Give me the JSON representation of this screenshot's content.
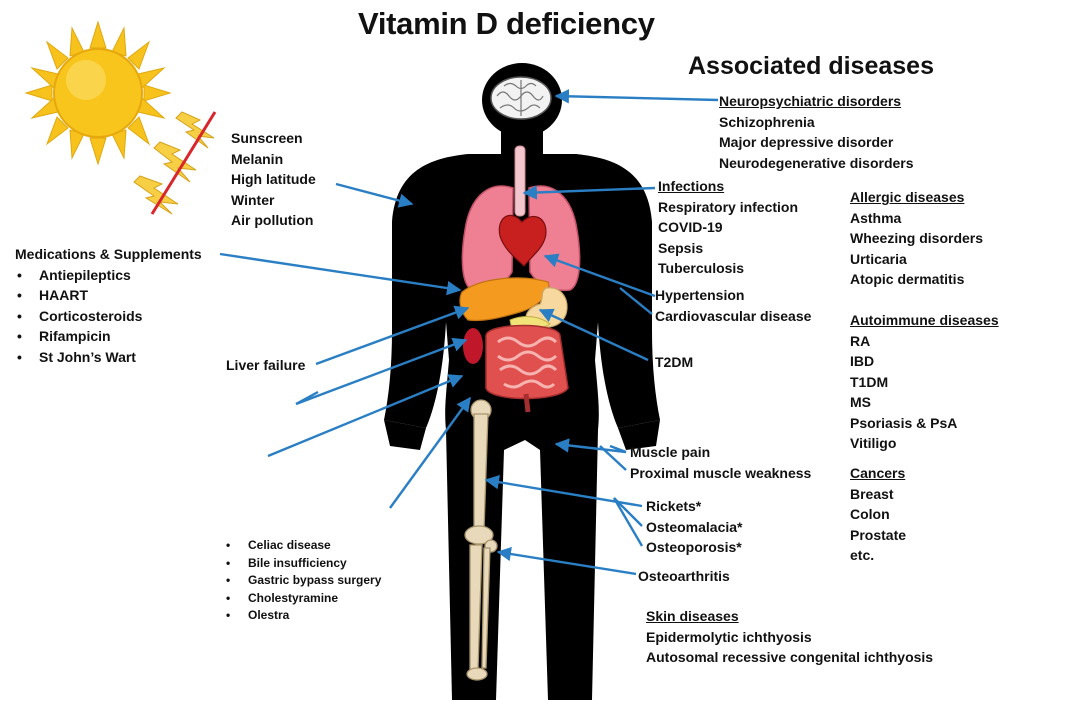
{
  "title": "Vitamin D deficiency",
  "subtitle": "Associated diseases",
  "colors": {
    "arrow": "#2a7fc4",
    "silhouette": "#000000",
    "sun": "#f6c21b",
    "strike": "#d8262c"
  },
  "risk_factors": [
    "Sunscreen",
    "Melanin",
    "High latitude",
    "Winter",
    "Air pollution"
  ],
  "medications": {
    "heading": "Medications & Supplements",
    "items": [
      "Antiepileptics",
      "HAART",
      "Corticosteroids",
      "Rifampicin",
      "St John’s Wart"
    ]
  },
  "liver_failure": "Liver failure",
  "malabsorption": {
    "items": [
      "Celiac disease",
      "Bile insufficiency",
      "Gastric bypass surgery",
      "Cholestyramine",
      "Olestra"
    ]
  },
  "neuro": {
    "heading": "Neuropsychiatric disorders",
    "items": [
      "Schizophrenia",
      "Major depressive disorder",
      "Neurodegenerative disorders"
    ]
  },
  "infections": {
    "heading": "Infections",
    "items": [
      "Respiratory infection",
      "COVID-19",
      "Sepsis",
      "Tuberculosis"
    ]
  },
  "cardio": [
    "Hypertension",
    "Cardiovascular disease"
  ],
  "t2dm": "T2DM",
  "muscle": [
    "Muscle pain",
    "Proximal muscle weakness"
  ],
  "bone": [
    "Rickets*",
    "Osteomalacia*",
    "Osteoporosis*"
  ],
  "osteoarthritis": "Osteoarthritis",
  "skin": {
    "heading": "Skin diseases",
    "items": [
      "Epidermolytic  ichthyosis",
      "Autosomal recessive congenital ichthyosis"
    ]
  },
  "allergic": {
    "heading": "Allergic diseases",
    "items": [
      "Asthma",
      "Wheezing disorders",
      "Urticaria",
      "Atopic dermatitis"
    ]
  },
  "autoimmune": {
    "heading": "Autoimmune diseases",
    "items": [
      "RA",
      "IBD",
      "T1DM",
      "MS",
      "Psoriasis & PsA",
      "Vitiligo"
    ]
  },
  "cancers": {
    "heading": "Cancers",
    "items": [
      "Breast",
      "Colon",
      "Prostate",
      "etc."
    ]
  }
}
